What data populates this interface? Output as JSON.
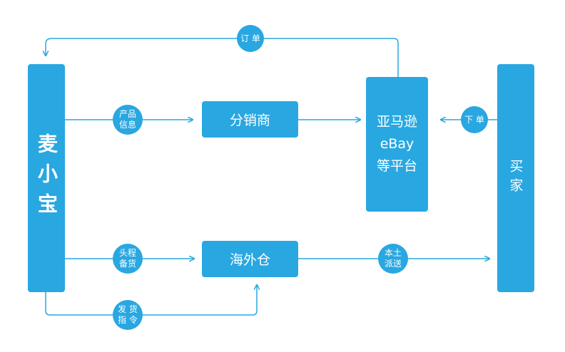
{
  "colors": {
    "primary": "#29a7e1",
    "background": "#ffffff"
  },
  "nodes": {
    "maixiaobao": "麦小宝",
    "distributor": "分销商",
    "platform": [
      "亚马逊",
      "eBay",
      "等平台"
    ],
    "warehouse": "海外仓",
    "buyer": "买家"
  },
  "edges": {
    "order": "订 单",
    "product_info": [
      "产品",
      "信息"
    ],
    "place_order": "下 单",
    "headhaul": [
      "头程",
      "备货"
    ],
    "local_delivery": [
      "本土",
      "派送"
    ],
    "ship_instruction": [
      "发 货",
      "指 令"
    ]
  }
}
